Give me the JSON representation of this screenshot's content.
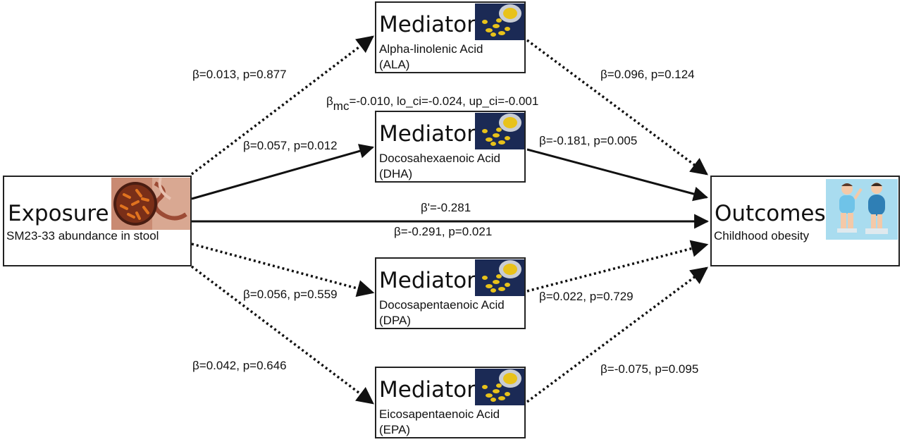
{
  "exposure": {
    "title": "Exposure",
    "subtitle": "SM23-33 abundance in stool",
    "image_icon": "gut-microbiota-image"
  },
  "outcome": {
    "title": "Outcomes",
    "subtitle": "Childhood obesity",
    "image_icon": "children-weight-image"
  },
  "mediators": [
    {
      "title": "Mediator",
      "line1": "Alpha-linolenic Acid",
      "line2": "(ALA)",
      "image_icon": "fish-oil-capsules-image"
    },
    {
      "title": "Mediator",
      "line1": "Docosahexaenoic Acid",
      "line2": "(DHA)",
      "image_icon": "fish-oil-capsules-image"
    },
    {
      "title": "Mediator",
      "line1": "Docosapentaenoic Acid",
      "line2": "(DPA)",
      "image_icon": "fish-oil-capsules-image"
    },
    {
      "title": "Mediator",
      "line1": "Eicosapentaenoic Acid",
      "line2": "(EPA)",
      "image_icon": "fish-oil-capsules-image"
    }
  ],
  "edges": {
    "a_ala": "β=0.013, p=0.877",
    "b_ala": "β=0.096, p=0.124",
    "mc_prefix": "β",
    "mc_sub": "mc",
    "mc_rest": "=-0.010, lo_ci=-0.024, up_ci=-0.001",
    "a_dha": "β=0.057, p=0.012",
    "b_dha": "β=-0.181, p=0.005",
    "direct": "β'=-0.281",
    "total": "β=-0.291, p=0.021",
    "a_dpa": "β=0.056, p=0.559",
    "b_dpa": "β=0.022, p=0.729",
    "a_epa": "β=0.042, p=0.646",
    "b_epa": "β=-0.075, p=0.095"
  },
  "colors": {
    "line": "#111111",
    "box_border": "#222222",
    "capsule_bg": "#1b2a55",
    "capsule_gold": "#e8c21a",
    "outcome_bg": "#a9dcef"
  }
}
